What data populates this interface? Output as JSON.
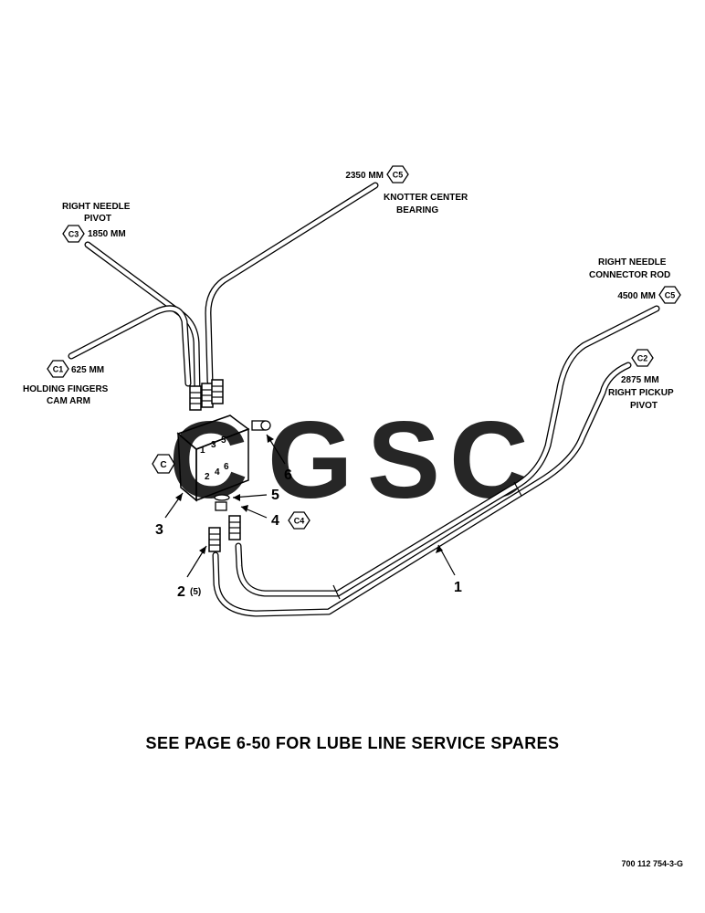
{
  "lines": {
    "c5_top": {
      "length": "2350 MM",
      "code": "C5",
      "name_line1": "KNOTTER CENTER",
      "name_line2": "BEARING"
    },
    "c3": {
      "name_line1": "RIGHT NEEDLE",
      "name_line2": "PIVOT",
      "code": "C3",
      "length": "1850 MM"
    },
    "c1": {
      "code": "C1",
      "length": "625 MM",
      "name_line1": "HOLDING FINGERS",
      "name_line2": "CAM ARM"
    },
    "c5_right": {
      "name_line1": "RIGHT NEEDLE",
      "name_line2": "CONNECTOR ROD",
      "length": "4500 MM",
      "code": "C5"
    },
    "c2": {
      "code": "C2",
      "length": "2875 MM",
      "name_line1": "RIGHT PICKUP",
      "name_line2": "PIVOT"
    },
    "c4": {
      "code": "C4"
    }
  },
  "block": {
    "code": "C",
    "port_numbers": [
      "1",
      "3",
      "5",
      "2",
      "4",
      "6"
    ]
  },
  "callouts": {
    "item1": "1",
    "item2": "2",
    "item2_qty": "(5)",
    "item3": "3",
    "item4": "4",
    "item5": "5",
    "item6": "6"
  },
  "watermark": {
    "letters": [
      "C",
      "G",
      "S",
      "C"
    ],
    "colors": [
      "#5b8fe6",
      "#f28a82",
      "#fad66e",
      "#5fb88d"
    ]
  },
  "footer": {
    "note": "SEE PAGE 6-50 FOR LUBE LINE SERVICE SPARES",
    "drawing_ref": "700 112 754-3-G"
  }
}
